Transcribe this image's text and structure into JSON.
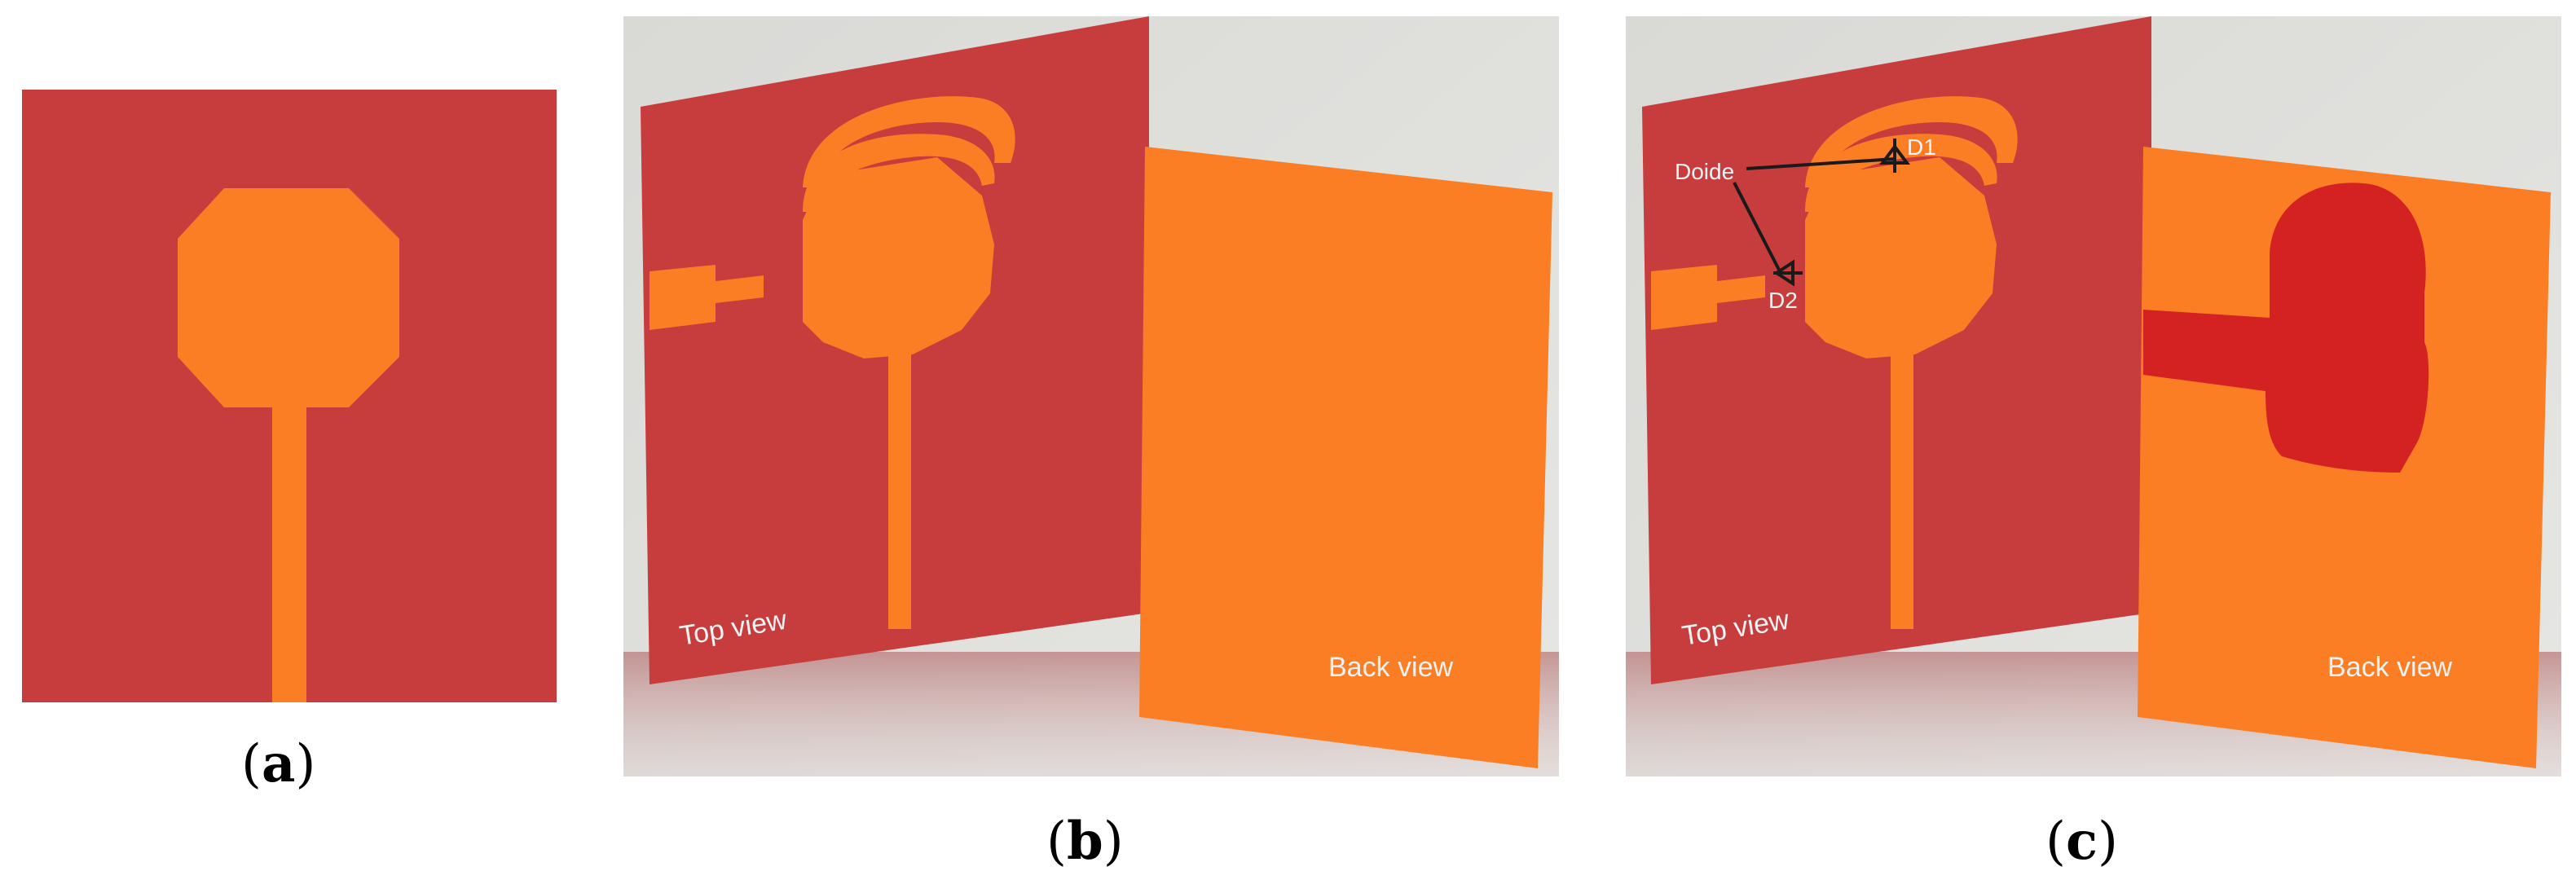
{
  "colors": {
    "substrate": "#C73C3C",
    "copper": "#FB7E25",
    "back_slot": "#D42222",
    "panel_bg": "#D8D8D4",
    "label_dark": "#1A1A1A",
    "label_light": "#F2F2F2"
  },
  "panels": {
    "a": {
      "caption_letter": "a"
    },
    "b": {
      "caption_letter": "b",
      "top_view_label": "Top view",
      "back_view_label": "Back view"
    },
    "c": {
      "caption_letter": "c",
      "top_view_label": "Top view",
      "back_view_label": "Back view",
      "diode_label": "Doide",
      "d1_label": "D1",
      "d2_label": "D2"
    }
  }
}
